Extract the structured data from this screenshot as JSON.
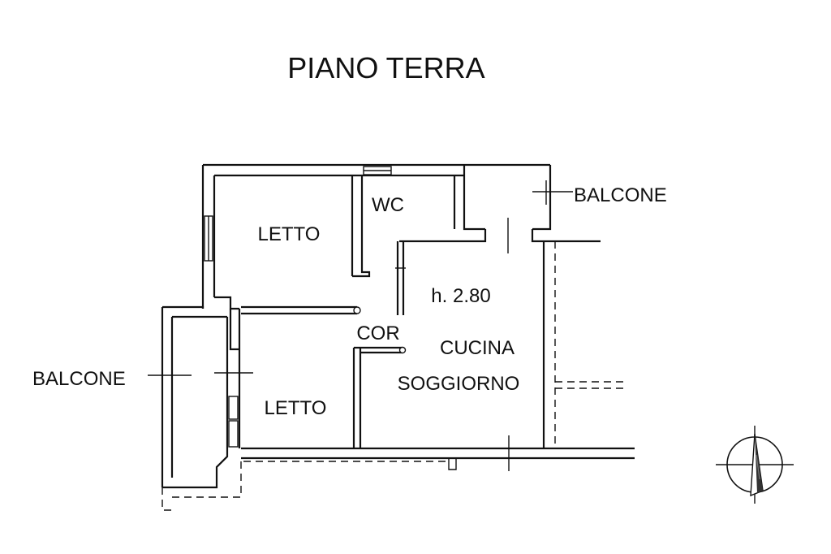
{
  "title": "PIANO TERRA",
  "rooms": {
    "letto_upper": "LETTO",
    "wc": "WC",
    "balcone_right": "BALCONE",
    "height": "h. 2.80",
    "cor": "COR",
    "cucina": "CUCINA",
    "soggiorno": "SOGGIORNO",
    "balcone_left": "BALCONE",
    "letto_lower": "LETTO"
  },
  "icons": {
    "north_arrow": "north-arrow-icon"
  }
}
